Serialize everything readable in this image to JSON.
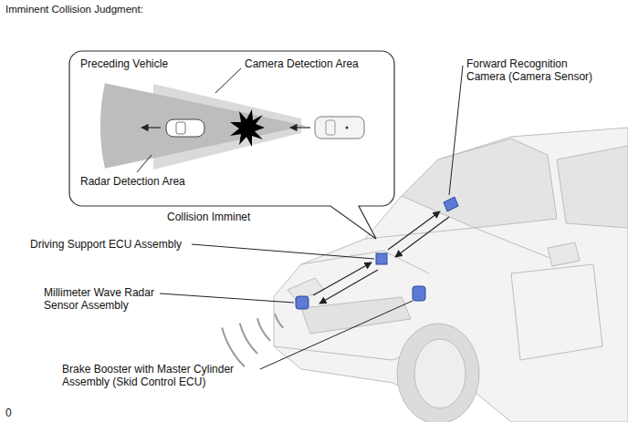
{
  "diagram": {
    "title": "Imminent Collision Judgment:",
    "nodes": [
      {
        "text": [
          "Preceding Vehicle",
          "Camera Detection Area",
          "Radar Detection Area",
          "Collision Imminet"
        ]
      }
    ],
    "labels": [
      "Forward Recognition Camera (Camera Sensor)",
      "Driving Support ECU Assembly",
      "Millimeter Wave Radar Sensor Assembly",
      "Brake Booster with Master Cylinder Assembly (Skid Control ECU)",
      "0"
    ]
  }
}
